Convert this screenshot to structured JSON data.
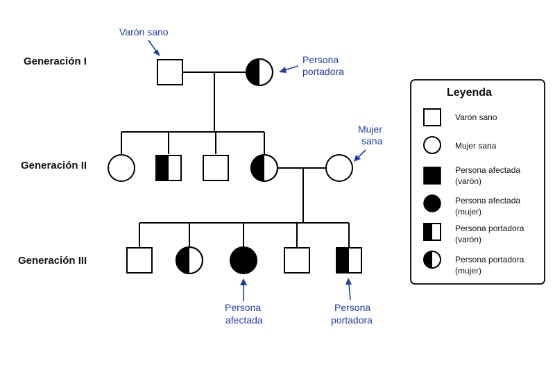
{
  "generations": [
    {
      "label": "Generación I"
    },
    {
      "label": "Generación II"
    },
    {
      "label": "Generación III"
    }
  ],
  "annotations": {
    "varon_sano": [
      "Varón sano"
    ],
    "portadora_gen1": [
      "Persona",
      "portadora"
    ],
    "mujer_sana": [
      "Mujer",
      "sana"
    ],
    "afectada_gen3": [
      "Persona",
      "afectada"
    ],
    "portador_gen3": [
      "Persona",
      "portadora"
    ]
  },
  "legend": {
    "title": "Leyenda",
    "items": [
      {
        "symbol": "square-empty",
        "lines": [
          "Varón sano"
        ]
      },
      {
        "symbol": "circle-empty",
        "lines": [
          "Mujer sana"
        ]
      },
      {
        "symbol": "square-filled",
        "lines": [
          "Persona afectada",
          "(varón)"
        ]
      },
      {
        "symbol": "circle-filled",
        "lines": [
          "Persona afectada",
          "(mujer)"
        ]
      },
      {
        "symbol": "square-half",
        "lines": [
          "Persona portadora",
          "(varón)"
        ]
      },
      {
        "symbol": "circle-half",
        "lines": [
          "Persona portadora",
          "(mujer)"
        ]
      }
    ]
  },
  "colors": {
    "annotation": "#1f3f9e",
    "line": "#000000",
    "fill": "#000000"
  }
}
